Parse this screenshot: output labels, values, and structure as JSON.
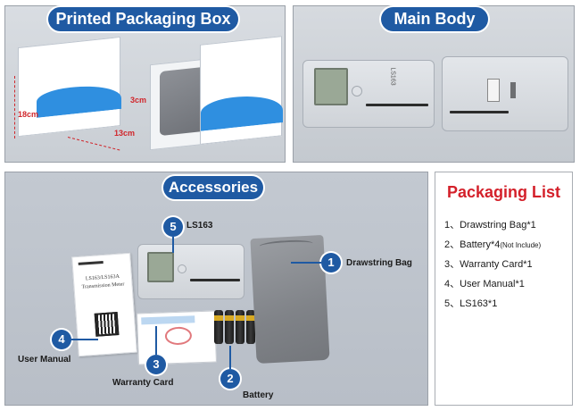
{
  "sections": {
    "box_title": "Printed Packaging Box",
    "body_title": "Main Body",
    "accessories_title": "Accessories"
  },
  "dimensions": {
    "length": "18cm",
    "width": "13cm",
    "height": "3cm"
  },
  "device_label": "LS163",
  "manual_title": "LS163/LS163A",
  "manual_subtitle": "Transmission Meter",
  "accessories": [
    {
      "num": "1",
      "label": "Drawstring Bag"
    },
    {
      "num": "2",
      "label": "Battery"
    },
    {
      "num": "3",
      "label": "Warranty Card"
    },
    {
      "num": "4",
      "label": "User Manual"
    },
    {
      "num": "5",
      "label": "LS163"
    }
  ],
  "packaging_list": {
    "title": "Packaging List",
    "items": [
      {
        "text": "1、Drawstring Bag*1",
        "note": ""
      },
      {
        "text": "2、Battery*4",
        "note": "(Not Include)"
      },
      {
        "text": "3、Warranty Card*1",
        "note": ""
      },
      {
        "text": "4、User Manual*1",
        "note": ""
      },
      {
        "text": "5、LS163*1",
        "note": ""
      }
    ]
  },
  "colors": {
    "accent": "#1f5aa3",
    "title_red": "#d4202a",
    "dimension_red": "#d0262b"
  }
}
